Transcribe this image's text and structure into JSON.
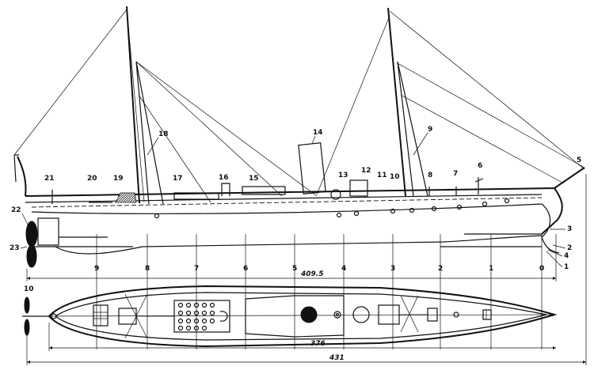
{
  "callouts": [
    {
      "id": "1",
      "text": "1"
    },
    {
      "id": "2",
      "text": "2"
    },
    {
      "id": "3",
      "text": "3"
    },
    {
      "id": "4",
      "text": "4"
    },
    {
      "id": "5",
      "text": "5"
    },
    {
      "id": "6",
      "text": "6"
    },
    {
      "id": "7",
      "text": "7"
    },
    {
      "id": "8",
      "text": "8"
    },
    {
      "id": "9",
      "text": "9"
    },
    {
      "id": "10",
      "text": "10"
    },
    {
      "id": "11",
      "text": "11"
    },
    {
      "id": "12",
      "text": "12"
    },
    {
      "id": "13",
      "text": "13"
    },
    {
      "id": "14",
      "text": "14"
    },
    {
      "id": "15",
      "text": "15"
    },
    {
      "id": "16",
      "text": "16"
    },
    {
      "id": "17",
      "text": "17"
    },
    {
      "id": "18",
      "text": "18"
    },
    {
      "id": "19",
      "text": "19"
    },
    {
      "id": "20",
      "text": "20"
    },
    {
      "id": "21",
      "text": "21"
    },
    {
      "id": "22",
      "text": "22"
    },
    {
      "id": "23",
      "text": "23"
    },
    {
      "id": "10b",
      "text": "10"
    }
  ],
  "frame_numbers": [
    "9",
    "8",
    "7",
    "6",
    "5",
    "4",
    "3",
    "2",
    "1",
    "0"
  ],
  "dimensions": {
    "waterline_length": "409.5",
    "deck_length": "376",
    "overall_length": "431"
  }
}
